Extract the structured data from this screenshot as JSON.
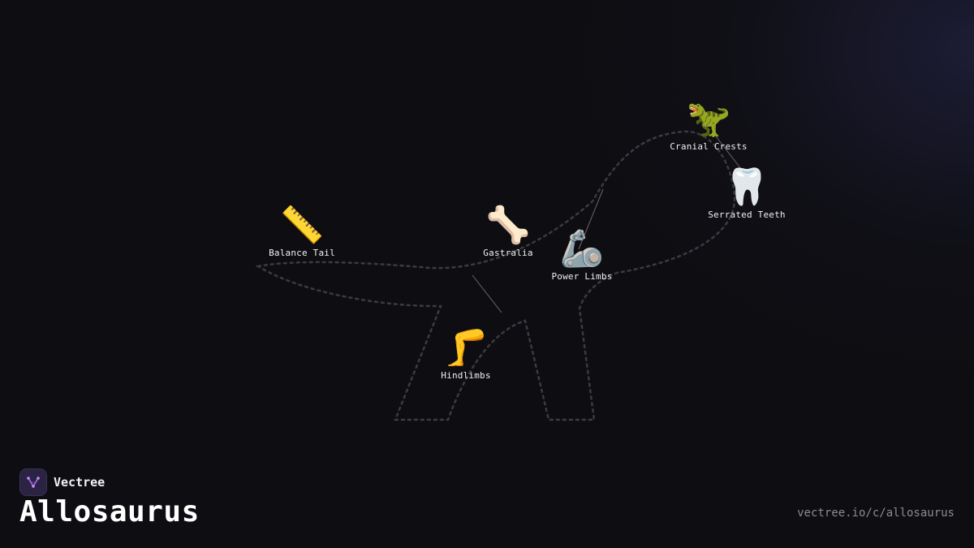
{
  "diagram": {
    "outline_color": "#3a3a42",
    "connector_color": "#8a8a92",
    "nodes": [
      {
        "id": "cranial-crests",
        "icon": "dinosaur-icon",
        "emoji": "🦖",
        "label": "Cranial Crests"
      },
      {
        "id": "serrated-teeth",
        "icon": "tooth-icon",
        "emoji": "🦷",
        "label": "Serrated Teeth"
      },
      {
        "id": "balance-tail",
        "icon": "ruler-icon",
        "emoji": "📏",
        "label": "Balance Tail"
      },
      {
        "id": "gastralia",
        "icon": "bone-icon",
        "emoji": "🦴",
        "label": "Gastralia"
      },
      {
        "id": "power-limbs",
        "icon": "mechanical-arm-icon",
        "emoji": "🦾",
        "label": "Power Limbs"
      },
      {
        "id": "hindlimbs",
        "icon": "leg-icon",
        "emoji": "🦵",
        "label": "Hindlimbs"
      }
    ]
  },
  "brand": {
    "name": "Vectree",
    "logo_icon": "vectree-logo-icon",
    "accent": "#b06cf0"
  },
  "title": "Allosaurus",
  "url": "vectree.io/c/allosaurus"
}
